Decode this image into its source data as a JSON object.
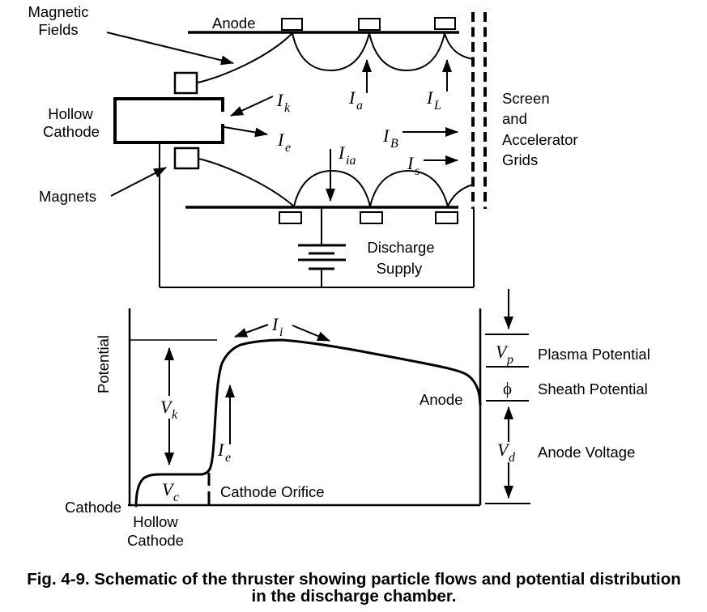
{
  "figure": {
    "caption_line1": "Fig. 4-9. Schematic of the thruster showing particle flows and potential distribution",
    "caption_line2": "in the discharge chamber."
  },
  "schematic": {
    "labels": {
      "magnetic_fields": [
        "Magnetic",
        "Fields"
      ],
      "anode": "Anode",
      "hollow_cathode": [
        "Hollow",
        "Cathode"
      ],
      "magnets": "Magnets",
      "grids": [
        "Screen",
        "and",
        "Accelerator",
        "Grids"
      ],
      "discharge_supply": [
        "Discharge",
        "Supply"
      ]
    },
    "currents": {
      "cathode_current": {
        "main": "I",
        "sub": "k"
      },
      "electron_current": {
        "main": "I",
        "sub": "e"
      },
      "anode_current": {
        "main": "I",
        "sub": "a"
      },
      "loss_current": {
        "main": "I",
        "sub": "L"
      },
      "beam_current": {
        "main": "I",
        "sub": "B"
      },
      "ion_wall_current": {
        "main": "I",
        "sub": "ia"
      },
      "screen_current": {
        "main": "I",
        "sub": "s"
      }
    }
  },
  "plot": {
    "y_axis_label": "Potential",
    "x_axis_left_label": "Cathode",
    "hollow_cathode": [
      "Hollow",
      "Cathode"
    ],
    "cathode_orifice_label": "Cathode Orifice",
    "anode_label": "Anode",
    "symbols": {
      "cathode_fall": {
        "main": "V",
        "sub": "k"
      },
      "cathode_potential": {
        "main": "V",
        "sub": "c"
      },
      "electron_current": {
        "main": "I",
        "sub": "e"
      },
      "ion_current": {
        "main": "I",
        "sub": "i"
      },
      "plasma_potential": {
        "main": "V",
        "sub": "p"
      },
      "sheath_potential": "ϕ",
      "anode_voltage": {
        "main": "V",
        "sub": "d"
      }
    },
    "annotations": {
      "plasma_potential": "Plasma Potential",
      "sheath_potential": "Sheath Potential",
      "anode_voltage": "Anode Voltage"
    }
  },
  "colors": {
    "ink": "#000000",
    "background": "#ffffff"
  }
}
